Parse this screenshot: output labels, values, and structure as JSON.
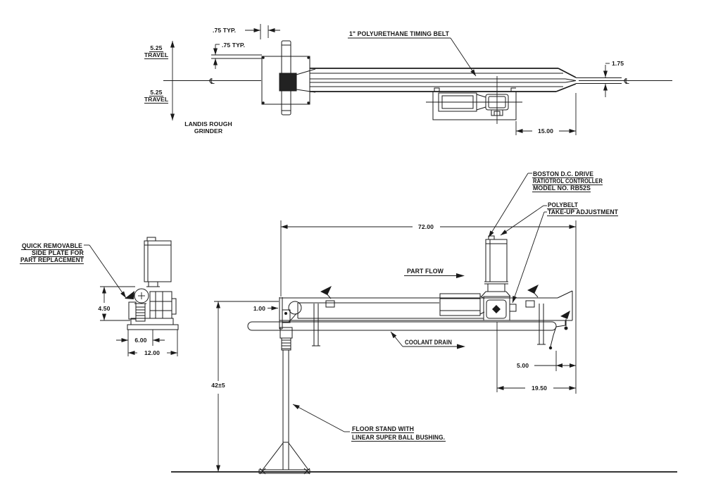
{
  "drawing": {
    "background": "#ffffff",
    "ink": "#1a1a1a",
    "plan_view": {
      "centerline_symbol": "℄",
      "travel_upper_value": "5.25",
      "travel_upper_label": "TRAVEL",
      "travel_lower_value": "5.25",
      "travel_lower_label": "TRAVEL",
      "machine_line1": "LANDIS ROUGH",
      "machine_line2": "GRINDER",
      "typ_dim_top": ".75 TYP.",
      "typ_dim_side": ".75 TYP.",
      "belt_callout": "1\" POLYURETHANE TIMING BELT",
      "nose_width": "1.75",
      "drive_to_end": "15.00"
    },
    "end_view": {
      "side_plate_line1": "QUICK REMOVABLE",
      "side_plate_line2": "SIDE PLATE FOR",
      "side_plate_line3": "PART REPLACEMENT",
      "height_dim": "4.50",
      "inner_width_dim": "6.00",
      "base_width_dim": "12.00"
    },
    "elevation_view": {
      "overall_length": "72.00",
      "part_flow_label": "PART FLOW",
      "controller_line1": "BOSTON D.C. DRIVE",
      "controller_line2": "RATIOTROL CONTROLLER",
      "controller_line3": "MODEL NO. RB52S",
      "takeup_line1": "POLYBELT",
      "takeup_line2": "TAKE-UP ADJUSTMENT",
      "coolant_drain_label": "COOLANT DRAIN",
      "idler_offset": "1.00",
      "stand_height": "42±5",
      "drain_offset": "5.00",
      "drive_center_offset": "19.50",
      "stand_line1": "FLOOR STAND WITH",
      "stand_line2": "LINEAR SUPER BALL BUSHING."
    }
  }
}
